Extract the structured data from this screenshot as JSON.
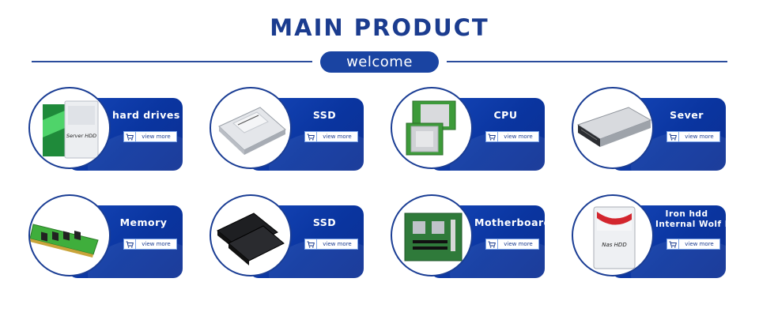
{
  "header": {
    "title": "MAIN PRODUCT",
    "badge": "welcome"
  },
  "products": [
    {
      "title": "hard drives",
      "button": "view more",
      "icon": "server-hdd-icon",
      "image_label": "Server HDD"
    },
    {
      "title": "SSD",
      "button": "view more",
      "icon": "ssd-2-5-icon"
    },
    {
      "title": "CPU",
      "button": "view more",
      "icon": "cpu-chip-icon"
    },
    {
      "title": "Sever",
      "button": "view more",
      "icon": "rack-server-icon"
    },
    {
      "title": "Memory",
      "button": "view more",
      "icon": "memory-module-icon"
    },
    {
      "title": "SSD",
      "button": "view more",
      "icon": "black-ssd-icon"
    },
    {
      "title": "Motherboard",
      "button": "view more",
      "icon": "motherboard-icon"
    },
    {
      "title_line1": "Iron hdd",
      "title_line2": "Internal Wolf Pro",
      "button": "view more",
      "icon": "nas-hdd-icon",
      "image_label": "Nas HDD"
    }
  ],
  "colors": {
    "brand_blue": "#1b3c8f",
    "panel_blue": "#0a35a0",
    "pill_blue": "#1a44a2"
  }
}
